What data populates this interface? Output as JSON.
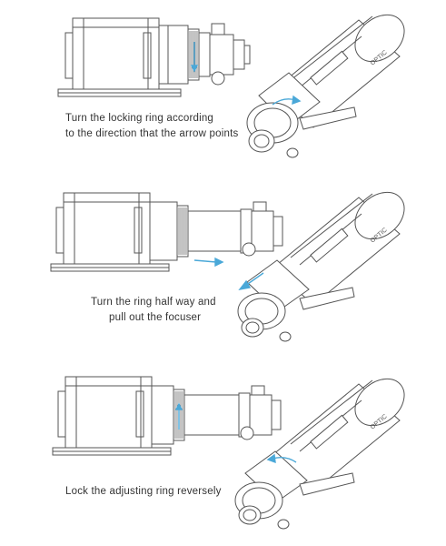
{
  "steps": [
    {
      "lines": [
        "Turn the locking ring according",
        "to the direction that the arrow points"
      ]
    },
    {
      "lines": [
        "Turn the ring half way and",
        "pull out the focuser"
      ]
    },
    {
      "lines": [
        "Lock the adjusting ring reversely"
      ]
    }
  ],
  "telescope_label": "OPTIC",
  "colors": {
    "line": "#555555",
    "arrow": "#4aa8d8",
    "background": "#ffffff"
  }
}
